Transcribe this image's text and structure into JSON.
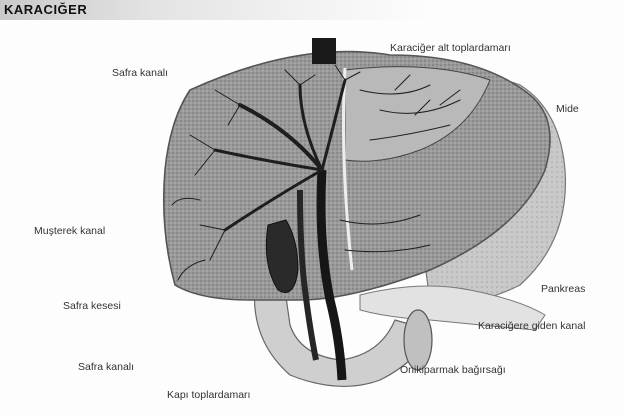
{
  "title": "KARACIĞER",
  "labels": {
    "hepatic_vein": "Karaciğer alt toplardamarı",
    "bile_duct_top": "Safra kanalı",
    "stomach": "Mide",
    "common_duct": "Muşterek kanal",
    "pancreas": "Pankreas",
    "gallbladder": "Safra kesesi",
    "hepatic_artery": "Karaciğere giden kanal",
    "bile_duct_bottom": "Safra kanalı",
    "duodenum": "Onikiparmak bağırsağı",
    "portal_vein": "Kapı toplardamarı"
  },
  "colors": {
    "liver_tone": "#8f8f8f",
    "vessel_tone": "#1e1e1e",
    "stomach_tone": "#d0d0d0"
  }
}
